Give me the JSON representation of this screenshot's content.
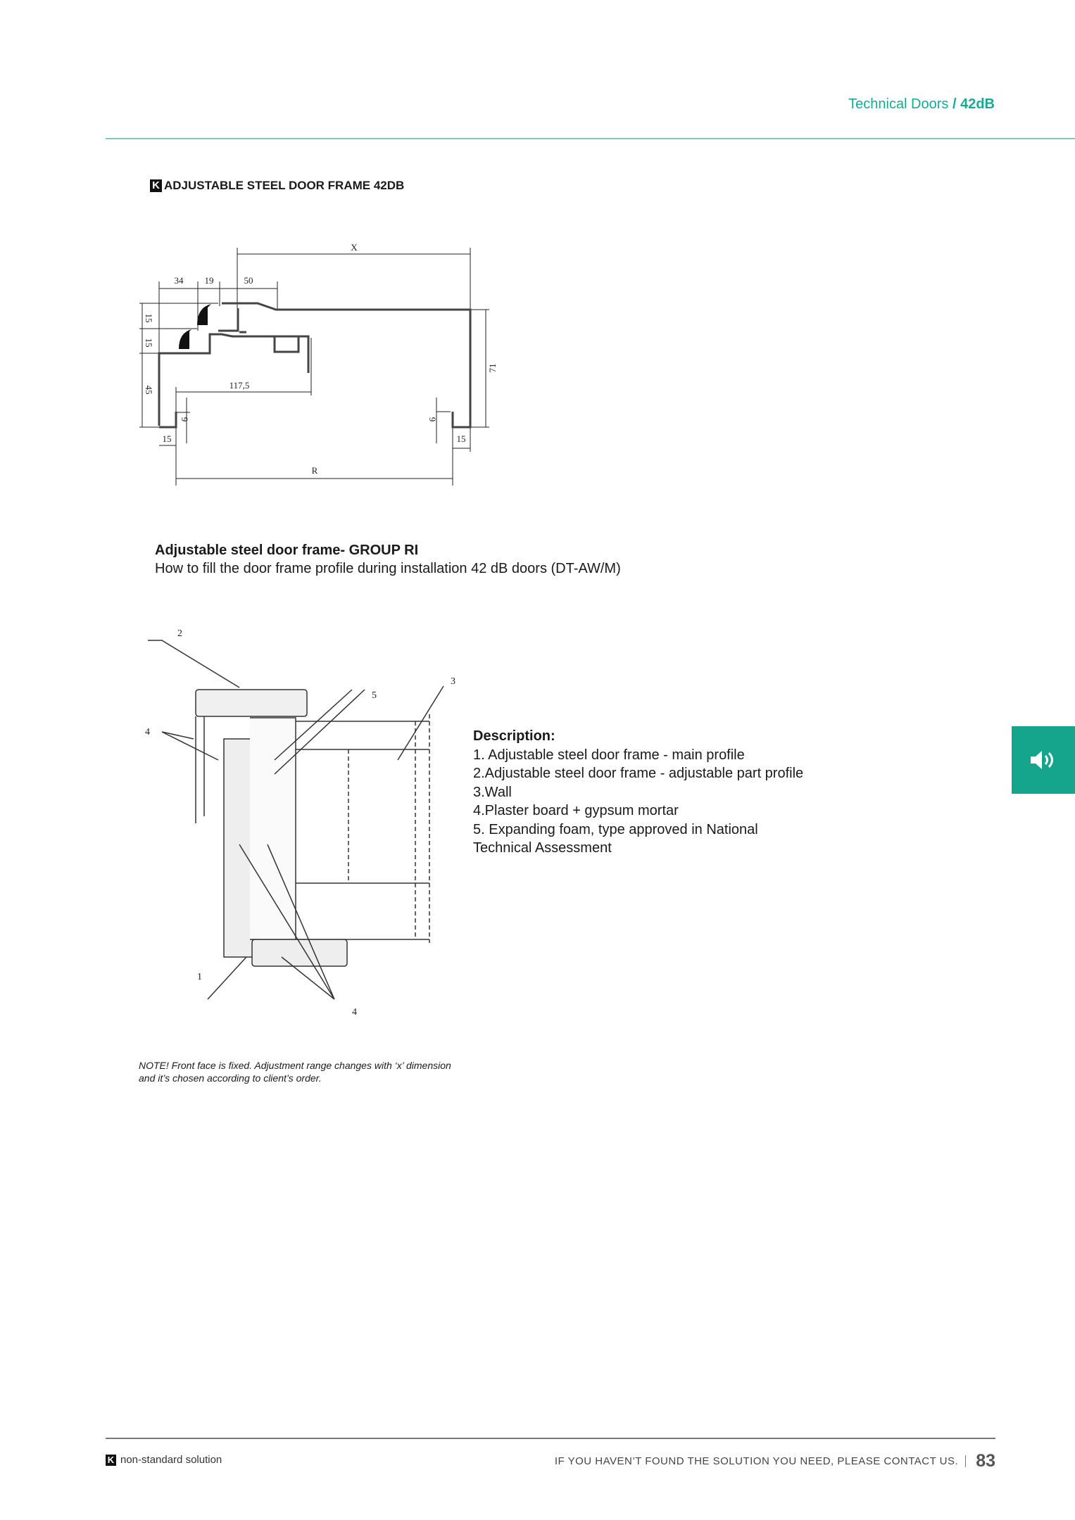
{
  "header": {
    "section": "Technical Doors",
    "separator": " / ",
    "sub": "42dB"
  },
  "section_title": {
    "logo": "K",
    "text": "ADJUSTABLE STEEL DOOR FRAME 42DB"
  },
  "drawing1": {
    "labels": {
      "x": "X",
      "d34": "34",
      "d19": "19",
      "d50": "50",
      "d15a": "15",
      "d15b": "15",
      "d45": "45",
      "d71": "71",
      "d117": "117,5",
      "d9a": "9",
      "d9b": "9",
      "d15c": "15",
      "d15d": "15",
      "r": "R"
    }
  },
  "group": {
    "title": "Adjustable steel door frame-  GROUP RI",
    "subtitle": "How to fill the door frame profile during installation 42 dB doors (DT-AW/M)"
  },
  "drawing2": {
    "labels": {
      "l2": "2",
      "l4a": "4",
      "l5": "5",
      "l3": "3",
      "l1": "1",
      "l4b": "4"
    }
  },
  "description": {
    "title": "Description:",
    "items": [
      "1. Adjustable steel door frame - main profile",
      "2.Adjustable steel door frame - adjustable part profile",
      "3.Wall",
      "4.Plaster board + gypsum mortar",
      "5. Expanding foam, type approved in National",
      "Technical Assessment"
    ]
  },
  "side_tab": {
    "icon": "speaker-icon"
  },
  "note": {
    "line1": "NOTE! Front face is fixed. Adjustment range changes with ‘x’ dimension",
    "line2": "and it’s chosen according to client’s order."
  },
  "footer": {
    "logo": "K",
    "left": "non-standard solution",
    "right": "IF YOU HAVEN’T FOUND THE SOLUTION YOU NEED, PLEASE CONTACT US.",
    "page": "83"
  },
  "colors": {
    "accent": "#14a58c"
  }
}
